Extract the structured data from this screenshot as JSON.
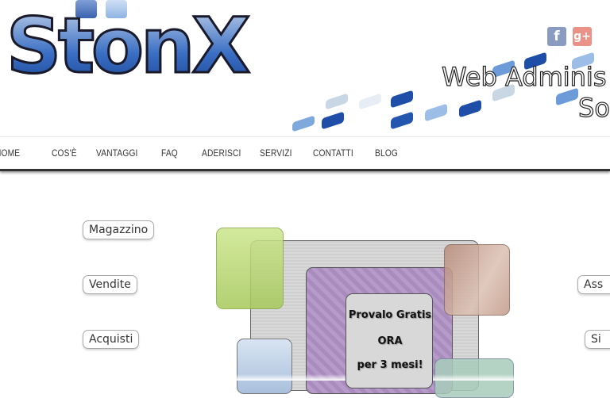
{
  "header": {
    "logo_text": "StonX",
    "tagline_line1": "Web Adminis",
    "tagline_line2": "So",
    "social": [
      {
        "name": "facebook",
        "glyph": "f",
        "color": "#3b5998"
      },
      {
        "name": "google-plus",
        "glyph": "g+",
        "color": "#dd4b39"
      }
    ]
  },
  "nav": {
    "items": [
      "HOME",
      "COS'È",
      "VANTAGGI",
      "FAQ",
      "ADERISCI",
      "SERVIZI",
      "CONTATTI",
      "BLOG"
    ]
  },
  "features_left": [
    "Magazzino",
    "Vendite",
    "Acquisti"
  ],
  "features_right": [
    "Ass",
    "Si"
  ],
  "promo": {
    "line1": "Provalo Gratis",
    "line2": "ORA",
    "line3": "per 3 mesi!"
  }
}
